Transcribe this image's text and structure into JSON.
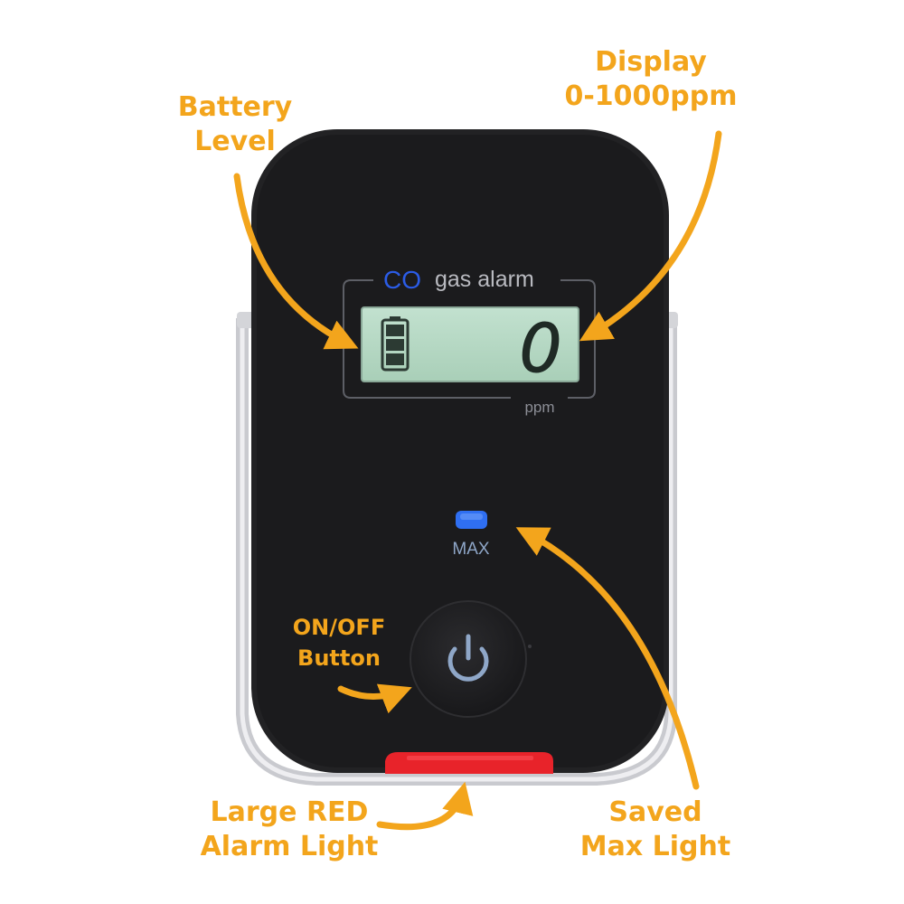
{
  "device": {
    "brand_gas": "CO",
    "brand_suffix": "gas alarm",
    "reading": "0",
    "unit": "ppm",
    "max_label": "MAX",
    "battery_bars": 3,
    "colors": {
      "body": "#1f1f21",
      "lcd": "#b6d8c3",
      "co_blue": "#2b5ce6",
      "max_led": "#2f6ff2",
      "alarm_red": "#e8232a",
      "power_icon": "#8fa7c8",
      "callout": "#f3a51c"
    }
  },
  "callouts": {
    "battery": [
      "Battery",
      "Level"
    ],
    "display": [
      "Display",
      "0-1000ppm"
    ],
    "onoff": [
      "ON/OFF",
      "Button"
    ],
    "red_light": [
      "Large RED",
      "Alarm Light"
    ],
    "max_light": [
      "Saved",
      "Max Light"
    ]
  },
  "icons": {
    "power": "power-icon",
    "battery": "battery-icon"
  }
}
